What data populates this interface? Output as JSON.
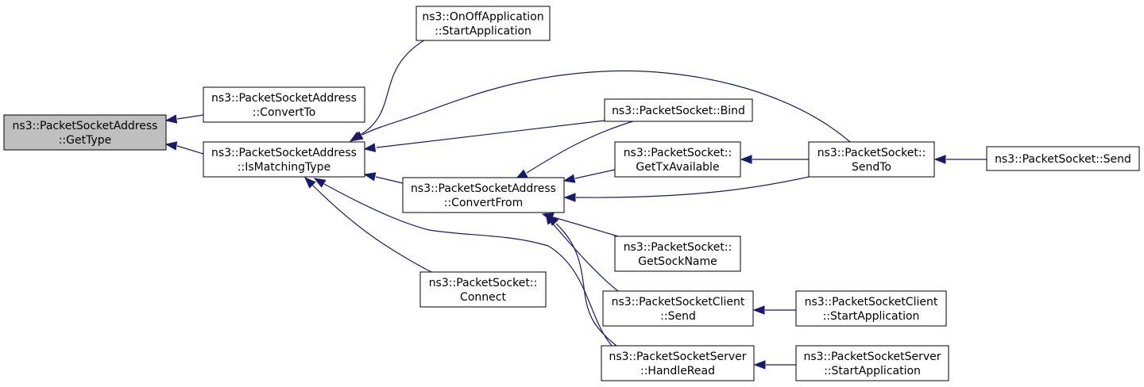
{
  "colors": {
    "edge": "#191970",
    "node_fill": "#ffffff",
    "root_fill": "#bfbfbf",
    "border": "#000000"
  },
  "nodes": [
    {
      "id": "gettype",
      "lines": [
        "ns3::PacketSocketAddress",
        "::GetType"
      ],
      "highlight": true
    },
    {
      "id": "convertto",
      "lines": [
        "ns3::PacketSocketAddress",
        "::ConvertTo"
      ]
    },
    {
      "id": "ismatchingtype",
      "lines": [
        "ns3::PacketSocketAddress",
        "::IsMatchingType"
      ]
    },
    {
      "id": "onoff-start",
      "lines": [
        "ns3::OnOffApplication",
        "::StartApplication"
      ]
    },
    {
      "id": "convertfrom",
      "lines": [
        "ns3::PacketSocketAddress",
        "::ConvertFrom"
      ]
    },
    {
      "id": "connect",
      "lines": [
        "ns3::PacketSocket::",
        "Connect"
      ]
    },
    {
      "id": "bind",
      "lines": [
        "ns3::PacketSocket::Bind"
      ]
    },
    {
      "id": "gettxavailable",
      "lines": [
        "ns3::PacketSocket::",
        "GetTxAvailable"
      ]
    },
    {
      "id": "getsockname",
      "lines": [
        "ns3::PacketSocket::",
        "GetSockName"
      ]
    },
    {
      "id": "client-send",
      "lines": [
        "ns3::PacketSocketClient",
        "::Send"
      ]
    },
    {
      "id": "server-handleread",
      "lines": [
        "ns3::PacketSocketServer",
        "::HandleRead"
      ]
    },
    {
      "id": "sendto",
      "lines": [
        "ns3::PacketSocket::",
        "SendTo"
      ]
    },
    {
      "id": "client-start",
      "lines": [
        "ns3::PacketSocketClient",
        "::StartApplication"
      ]
    },
    {
      "id": "server-start",
      "lines": [
        "ns3::PacketSocketServer",
        "::StartApplication"
      ]
    },
    {
      "id": "send",
      "lines": [
        "ns3::PacketSocket::Send"
      ]
    }
  ],
  "edges": [
    {
      "from": "convertto",
      "to": "gettype"
    },
    {
      "from": "ismatchingtype",
      "to": "gettype"
    },
    {
      "from": "onoff-start",
      "to": "ismatchingtype"
    },
    {
      "from": "sendto",
      "to": "ismatchingtype"
    },
    {
      "from": "bind",
      "to": "ismatchingtype"
    },
    {
      "from": "convertfrom",
      "to": "ismatchingtype"
    },
    {
      "from": "connect",
      "to": "ismatchingtype"
    },
    {
      "from": "server-handleread",
      "to": "ismatchingtype"
    },
    {
      "from": "bind",
      "to": "convertfrom"
    },
    {
      "from": "gettxavailable",
      "to": "convertfrom"
    },
    {
      "from": "sendto",
      "to": "convertfrom"
    },
    {
      "from": "getsockname",
      "to": "convertfrom"
    },
    {
      "from": "client-send",
      "to": "convertfrom"
    },
    {
      "from": "server-handleread",
      "to": "convertfrom"
    },
    {
      "from": "sendto",
      "to": "gettxavailable"
    },
    {
      "from": "send",
      "to": "sendto"
    },
    {
      "from": "client-start",
      "to": "client-send"
    },
    {
      "from": "server-start",
      "to": "server-handleread"
    }
  ]
}
